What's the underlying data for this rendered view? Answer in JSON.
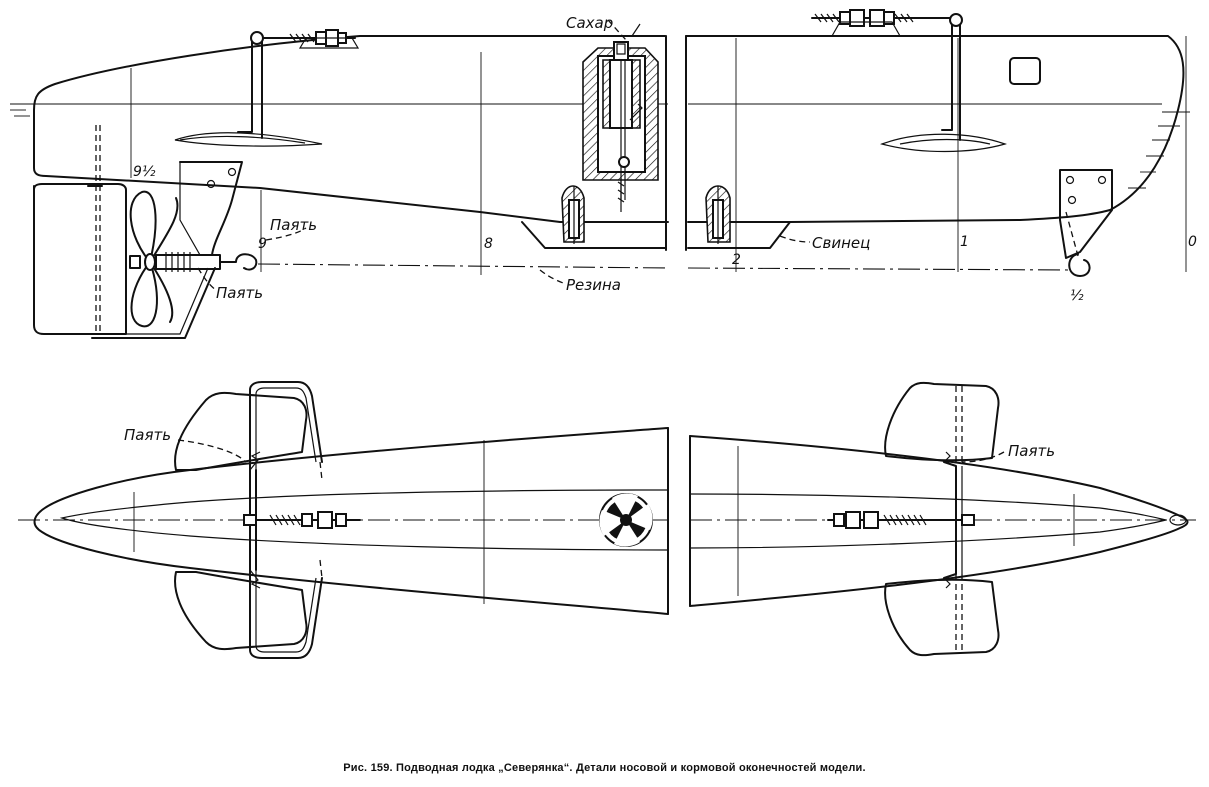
{
  "labels": {
    "sugar": "Сахар",
    "solder_top_stern": "Паять",
    "solder_lower_stern": "Паять",
    "lead": "Свинец",
    "rubber": "Резина",
    "solder_plan_stern": "Паять",
    "solder_plan_bow": "Паять"
  },
  "stations": {
    "s9_half": "9½",
    "s9": "9",
    "s8": "8",
    "s2": "2",
    "s1": "1",
    "s0": "0",
    "s_half": "½"
  },
  "caption": "Рис. 159. Подводная лодка „Северянка“. Детали носовой и кормовой оконечностей модели."
}
